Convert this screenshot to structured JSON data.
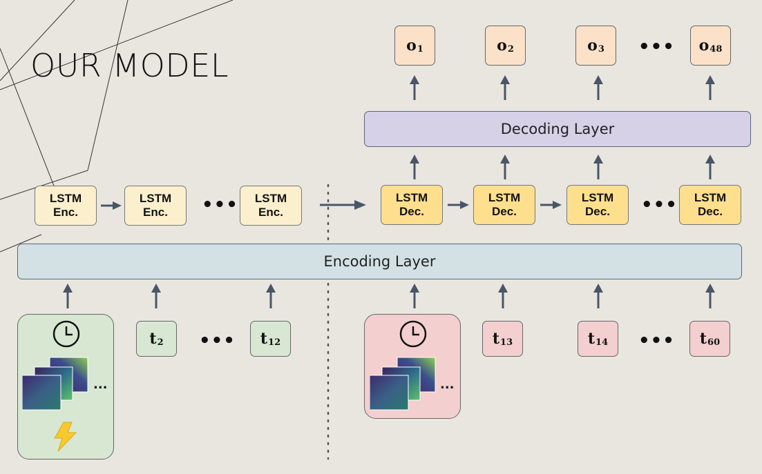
{
  "title": "OUR MODEL",
  "decoding_layer": "Decoding Layer",
  "encoding_layer": "Encoding Layer",
  "encoder_cells": [
    {
      "line1": "LSTM",
      "line2": "Enc."
    },
    {
      "line1": "LSTM",
      "line2": "Enc."
    },
    {
      "line1": "LSTM",
      "line2": "Enc."
    }
  ],
  "decoder_cells": [
    {
      "line1": "LSTM",
      "line2": "Dec."
    },
    {
      "line1": "LSTM",
      "line2": "Dec."
    },
    {
      "line1": "LSTM",
      "line2": "Dec."
    },
    {
      "line1": "LSTM",
      "line2": "Dec."
    }
  ],
  "outputs": [
    {
      "base": "o",
      "sub": "1"
    },
    {
      "base": "o",
      "sub": "2"
    },
    {
      "base": "o",
      "sub": "3"
    },
    {
      "base": "o",
      "sub": "48"
    }
  ],
  "input_tokens_encoder": [
    {
      "base": "t",
      "sub": "2"
    },
    {
      "base": "t",
      "sub": "12"
    }
  ],
  "input_tokens_decoder": [
    {
      "base": "t",
      "sub": "13"
    },
    {
      "base": "t",
      "sub": "14"
    },
    {
      "base": "t",
      "sub": "60"
    }
  ],
  "ellipsis": "•••",
  "small_ellipsis": "...",
  "icons": [
    "clock-icon",
    "satellite-image-stack-icon",
    "lightning-bolt-icon",
    "arrow-icon"
  ],
  "colors": {
    "background": "#e8e6df",
    "encoding_layer": "#d3e1e4",
    "decoding_layer": "#d7d1e8",
    "lstm_encoder": "#fbefcd",
    "lstm_decoder": "#fddf8e",
    "output": "#fbe1c8",
    "green_input": "#d7e7d2",
    "red_input": "#f3cfcf",
    "arrow": "#4a5568",
    "bolt": "#f7c92d"
  }
}
